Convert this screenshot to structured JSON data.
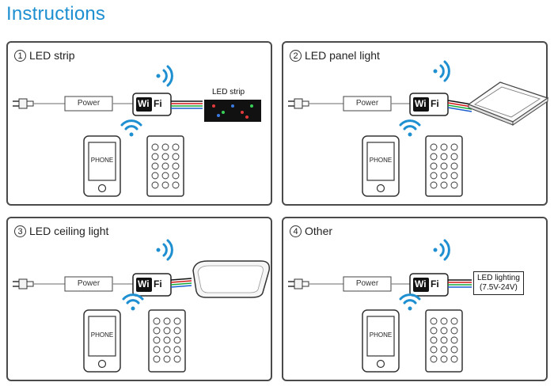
{
  "title": "Instructions",
  "power_label": "Power",
  "phone_label": "PHONE",
  "wifi_text": {
    "w": "Wi",
    "fi": "Fi"
  },
  "colors": {
    "title": "#1e8fd0",
    "wifi_signal": "#1e8fd0",
    "panel_border": "#4a4a4a"
  },
  "icons": [
    "plug-icon",
    "wifi-signal-icon",
    "phone-icon",
    "remote-control-icon",
    "wifi-controller-icon"
  ],
  "panels": [
    {
      "number": "1",
      "label": "LED strip",
      "device": "led-strip",
      "device_label": "LED strip"
    },
    {
      "number": "2",
      "label": "LED panel light",
      "device": "led-panel-light"
    },
    {
      "number": "3",
      "label": "LED ceiling light",
      "device": "led-ceiling-light"
    },
    {
      "number": "4",
      "label": "Other",
      "device": "led-lighting-box",
      "device_label_lines": [
        "LED lighting",
        "(7.5V-24V)"
      ]
    }
  ]
}
